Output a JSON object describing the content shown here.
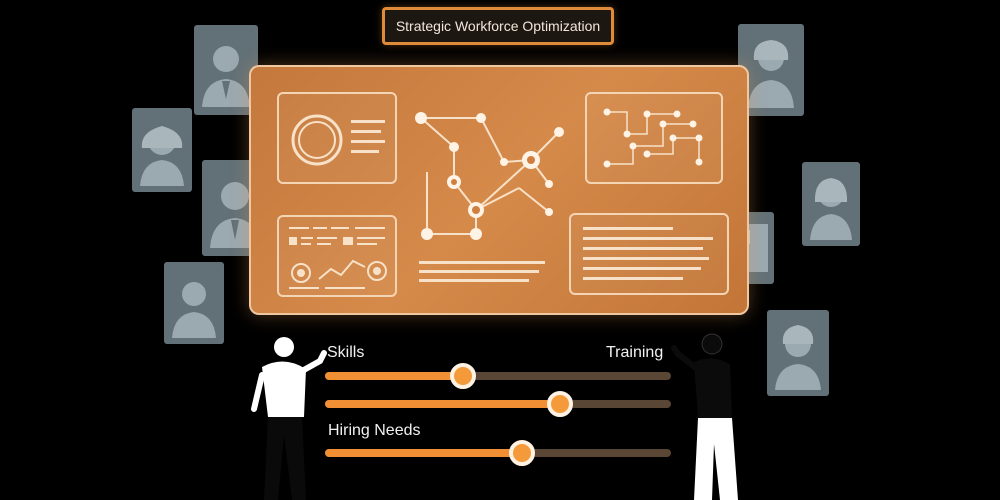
{
  "header": {
    "title": "Strategic Workforce Optimization"
  },
  "sliders": [
    {
      "label": "Skills",
      "value": 0.4
    },
    {
      "label": "Training",
      "value": 0.68
    },
    {
      "label": "Hiring Needs",
      "value": 0.57
    }
  ],
  "colors": {
    "accent": "#f08f34",
    "panel": "#c97d3f",
    "portrait": "#6b7b82",
    "background": "#000000"
  },
  "icons": [
    "person-portrait-icon",
    "network-graph-icon",
    "gauge-ring-icon"
  ]
}
